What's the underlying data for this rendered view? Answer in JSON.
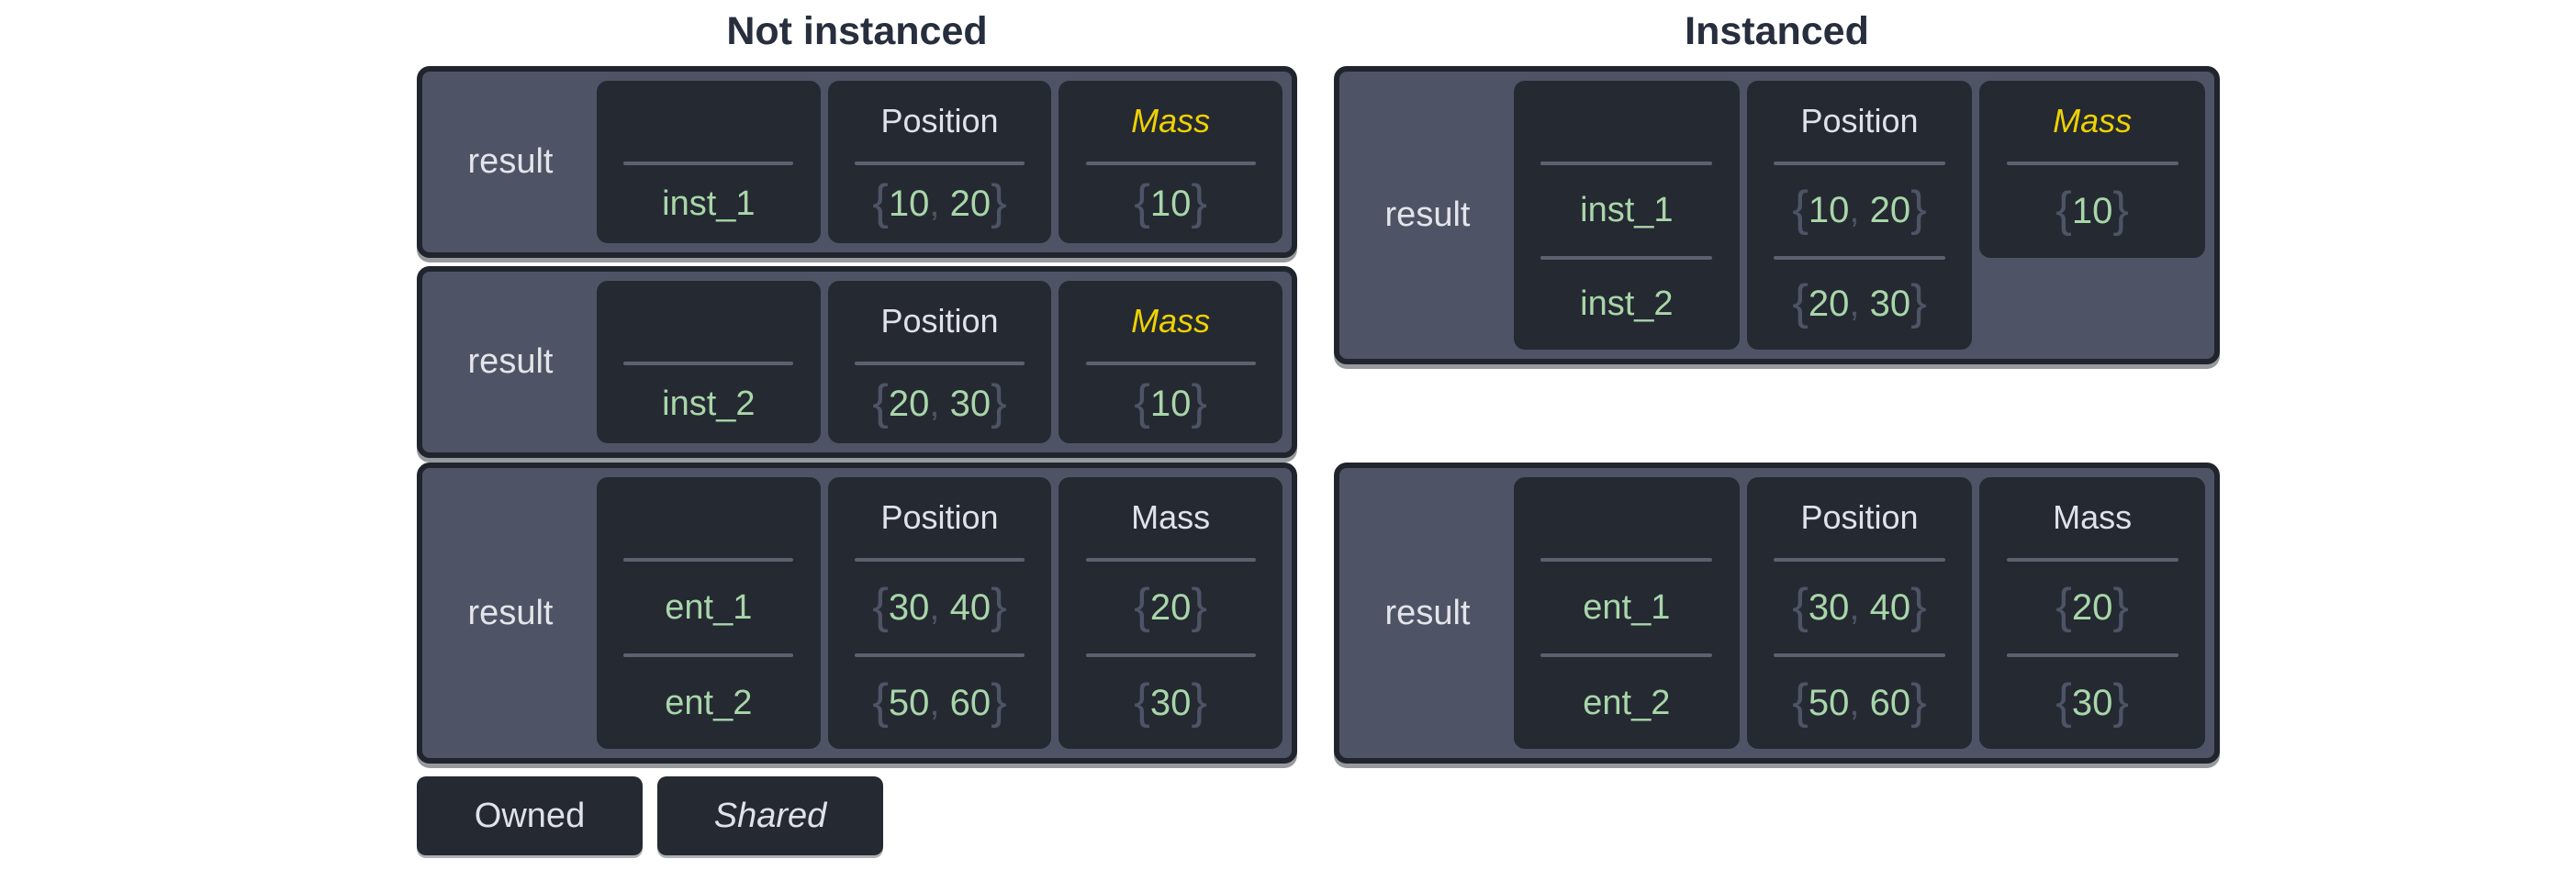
{
  "titles": {
    "not_instanced": "Not instanced",
    "instanced": "Instanced"
  },
  "headers": {
    "position": "Position",
    "mass": "Mass"
  },
  "result_label": "result",
  "tables": {
    "ni_inst1": {
      "result": "result",
      "rows": [
        {
          "name": "inst_1",
          "position": [
            10,
            20
          ],
          "mass": [
            10
          ]
        }
      ],
      "mass_is_shared": true
    },
    "ni_inst2": {
      "result": "result",
      "rows": [
        {
          "name": "inst_2",
          "position": [
            20,
            30
          ],
          "mass": [
            10
          ]
        }
      ],
      "mass_is_shared": true
    },
    "ni_ents": {
      "result": "result",
      "rows": [
        {
          "name": "ent_1",
          "position": [
            30,
            40
          ],
          "mass": [
            20
          ]
        },
        {
          "name": "ent_2",
          "position": [
            50,
            60
          ],
          "mass": [
            30
          ]
        }
      ],
      "mass_is_shared": false
    },
    "in_insts": {
      "result": "result",
      "rows": [
        {
          "name": "inst_1",
          "position": [
            10,
            20
          ]
        },
        {
          "name": "inst_2",
          "position": [
            20,
            30
          ]
        }
      ],
      "shared_mass": [
        10
      ],
      "mass_is_shared": true
    },
    "in_ents": {
      "result": "result",
      "rows": [
        {
          "name": "ent_1",
          "position": [
            30,
            40
          ],
          "mass": [
            20
          ]
        },
        {
          "name": "ent_2",
          "position": [
            50,
            60
          ],
          "mass": [
            30
          ]
        }
      ],
      "mass_is_shared": false
    }
  },
  "legend": {
    "owned": "Owned",
    "shared": "Shared"
  },
  "colors": {
    "page_bg": "#ffffff",
    "container_fill": "#4e5465",
    "container_border": "#20242d",
    "cell_fill": "#252932",
    "title_text": "#272e3d",
    "label_text": "#e4e5ea",
    "header_text": "#e0e2e8",
    "shared_yellow": "#eed202",
    "value_green": "#a8d6a9",
    "brace_gray": "#4d5466",
    "divider_gray": "#5c6170"
  }
}
